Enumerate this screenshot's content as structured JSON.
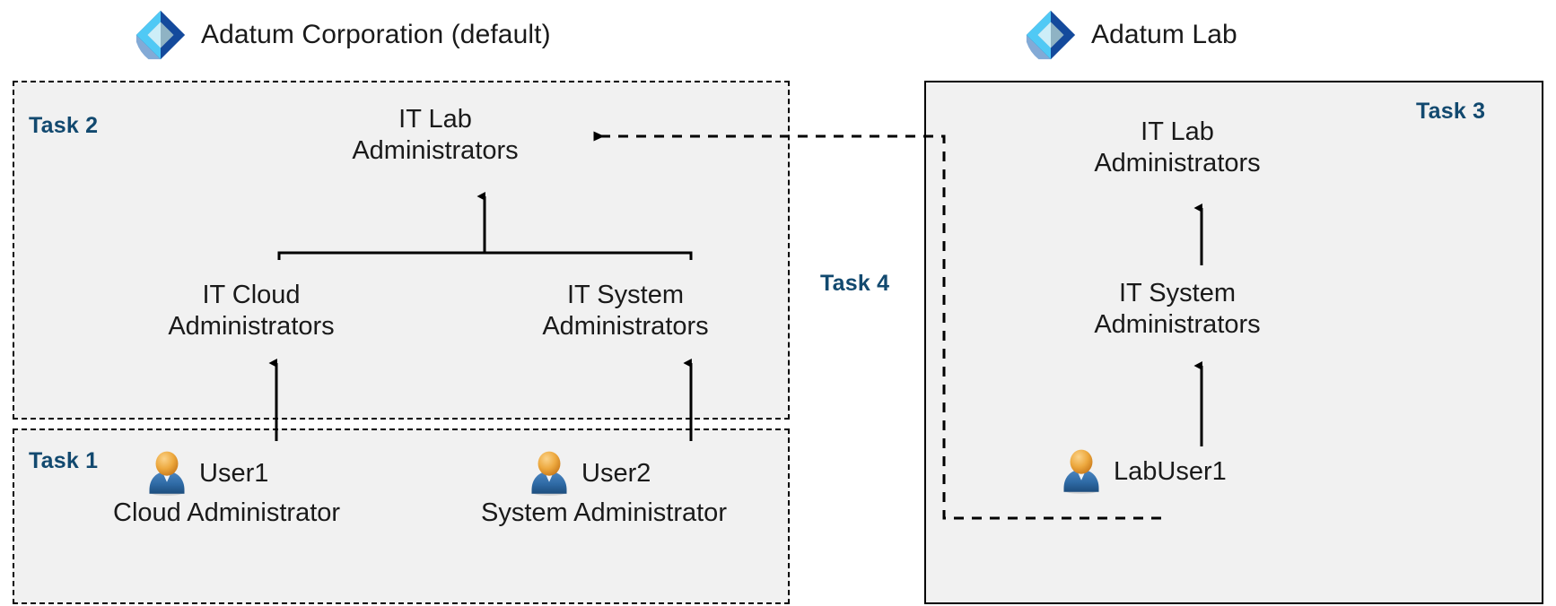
{
  "tenants": {
    "left": {
      "logo_icon": "azure-ad-diamond-icon",
      "name": "Adatum Corporation (default)"
    },
    "right": {
      "logo_icon": "azure-ad-diamond-icon",
      "name": "Adatum Lab"
    }
  },
  "tasks": {
    "task1": {
      "label": "Task 1"
    },
    "task2": {
      "label": "Task 2"
    },
    "task3": {
      "label": "Task 3"
    },
    "task4": {
      "label": "Task 4"
    }
  },
  "groups": {
    "corp_it_lab_admins": {
      "line1": "IT Lab",
      "line2": "Administrators"
    },
    "corp_it_cloud_admins": {
      "line1": "IT Cloud",
      "line2": "Administrators"
    },
    "corp_it_system_admins": {
      "line1": "IT System",
      "line2": "Administrators"
    },
    "lab_it_lab_admins": {
      "line1": "IT Lab",
      "line2": "Administrators"
    },
    "lab_it_system_admins": {
      "line1": "IT System",
      "line2": "Administrators"
    }
  },
  "users": [
    {
      "icon": "user-icon",
      "name": "User1",
      "role": "Cloud Administrator"
    },
    {
      "icon": "user-icon",
      "name": "User2",
      "role": "System Administrator"
    },
    {
      "icon": "user-icon",
      "name": "LabUser1",
      "role": ""
    }
  ],
  "colors": {
    "task_label": "#12496f",
    "box_fill": "#f1f1f1",
    "box_border": "#000000",
    "connector": "#000000",
    "logo_light_blue": "#50c9f5",
    "logo_dark_blue": "#144a9c",
    "logo_pale": "#cdeef8",
    "logo_steel": "#8fb3c4",
    "user_head": "#e8a33d",
    "user_body": "#2f6ba6"
  },
  "chart_data": {
    "type": "diagram",
    "title": "Cross-tenant group and role assignment",
    "nodes": [
      {
        "id": "corp_it_lab_admins",
        "label": "IT Lab Administrators",
        "tenant": "Adatum Corporation (default)",
        "task": "Task 2",
        "kind": "group"
      },
      {
        "id": "corp_it_cloud_admins",
        "label": "IT Cloud Administrators",
        "tenant": "Adatum Corporation (default)",
        "task": "Task 2",
        "kind": "group"
      },
      {
        "id": "corp_it_system_admins",
        "label": "IT System Administrators",
        "tenant": "Adatum Corporation (default)",
        "task": "Task 2",
        "kind": "group"
      },
      {
        "id": "user1",
        "label": "User1",
        "tenant": "Adatum Corporation (default)",
        "task": "Task 1",
        "kind": "user",
        "role": "Cloud Administrator"
      },
      {
        "id": "user2",
        "label": "User2",
        "tenant": "Adatum Corporation (default)",
        "task": "Task 1",
        "kind": "user",
        "role": "System Administrator"
      },
      {
        "id": "lab_it_lab_admins",
        "label": "IT Lab Administrators",
        "tenant": "Adatum Lab",
        "task": "Task 3",
        "kind": "group"
      },
      {
        "id": "lab_it_system_admins",
        "label": "IT System Administrators",
        "tenant": "Adatum Lab",
        "task": "Task 3",
        "kind": "group"
      },
      {
        "id": "labuser1",
        "label": "LabUser1",
        "tenant": "Adatum Lab",
        "task": "Task 3",
        "kind": "user"
      }
    ],
    "edges": [
      {
        "from": "user1",
        "to": "corp_it_cloud_admins",
        "style": "solid",
        "direction": "up"
      },
      {
        "from": "user2",
        "to": "corp_it_system_admins",
        "style": "solid",
        "direction": "up"
      },
      {
        "from": "corp_it_cloud_admins",
        "to": "corp_it_lab_admins",
        "style": "solid",
        "direction": "up"
      },
      {
        "from": "corp_it_system_admins",
        "to": "corp_it_lab_admins",
        "style": "solid",
        "direction": "up"
      },
      {
        "from": "labuser1",
        "to": "lab_it_system_admins",
        "style": "solid",
        "direction": "up"
      },
      {
        "from": "lab_it_system_admins",
        "to": "lab_it_lab_admins",
        "style": "solid",
        "direction": "up"
      },
      {
        "from": "labuser1",
        "to": "corp_it_lab_admins",
        "style": "dashed",
        "direction": "left",
        "task": "Task 4"
      }
    ]
  }
}
